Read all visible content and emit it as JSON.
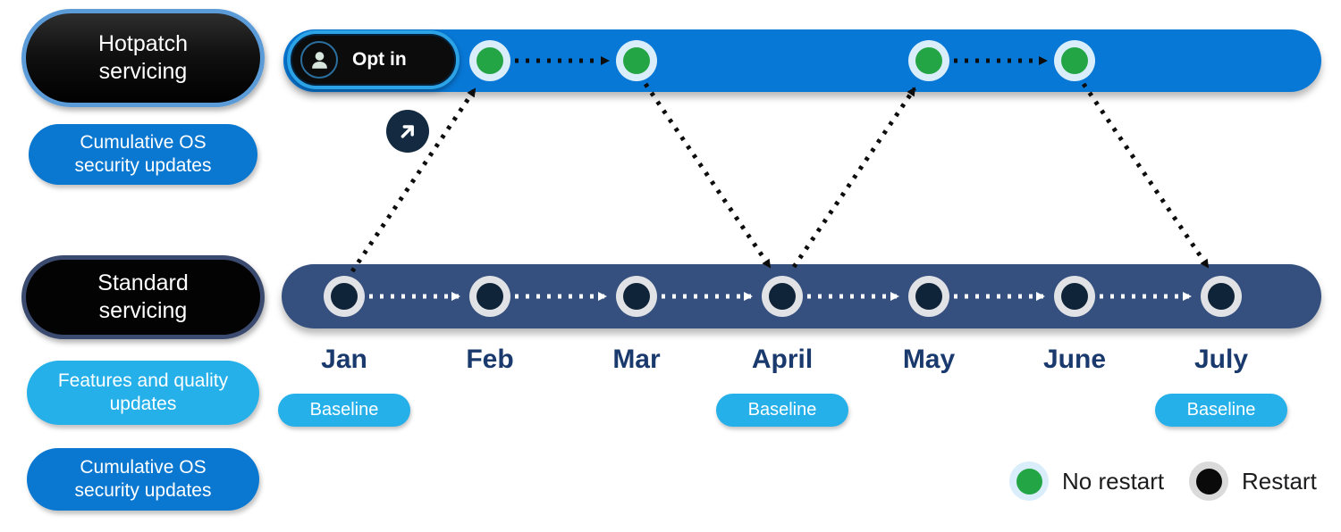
{
  "hotpatch": {
    "label": "Hotpatch servicing",
    "sub_label": "Cumulative OS security updates",
    "opt_in_label": "Opt in"
  },
  "standard": {
    "label": "Standard servicing",
    "sub_label_1": "Features and quality updates",
    "sub_label_2": "Cumulative OS security updates"
  },
  "timeline": {
    "months": [
      "Jan",
      "Feb",
      "Mar",
      "April",
      "May",
      "June",
      "July"
    ],
    "baseline_label": "Baseline",
    "baseline_months": [
      "Jan",
      "April",
      "July"
    ],
    "hotpatch_update_months": [
      "Feb",
      "Mar",
      "May",
      "June"
    ],
    "standard_update_months": [
      "Jan",
      "Feb",
      "Mar",
      "April",
      "May",
      "June",
      "July"
    ]
  },
  "legend": {
    "no_restart_label": "No restart",
    "restart_label": "Restart"
  },
  "colors": {
    "hotpatch_track": "#0878d6",
    "standard_track": "#35507f",
    "no_restart_dot": "#23a546",
    "no_restart_halo": "#d9eefa",
    "restart_dot": "#0f2439",
    "restart_ring": "#e0e2e5",
    "baseline_pill": "#25b0ea",
    "security_pill": "#0a78d0",
    "month_label": "#1a3a6d"
  }
}
